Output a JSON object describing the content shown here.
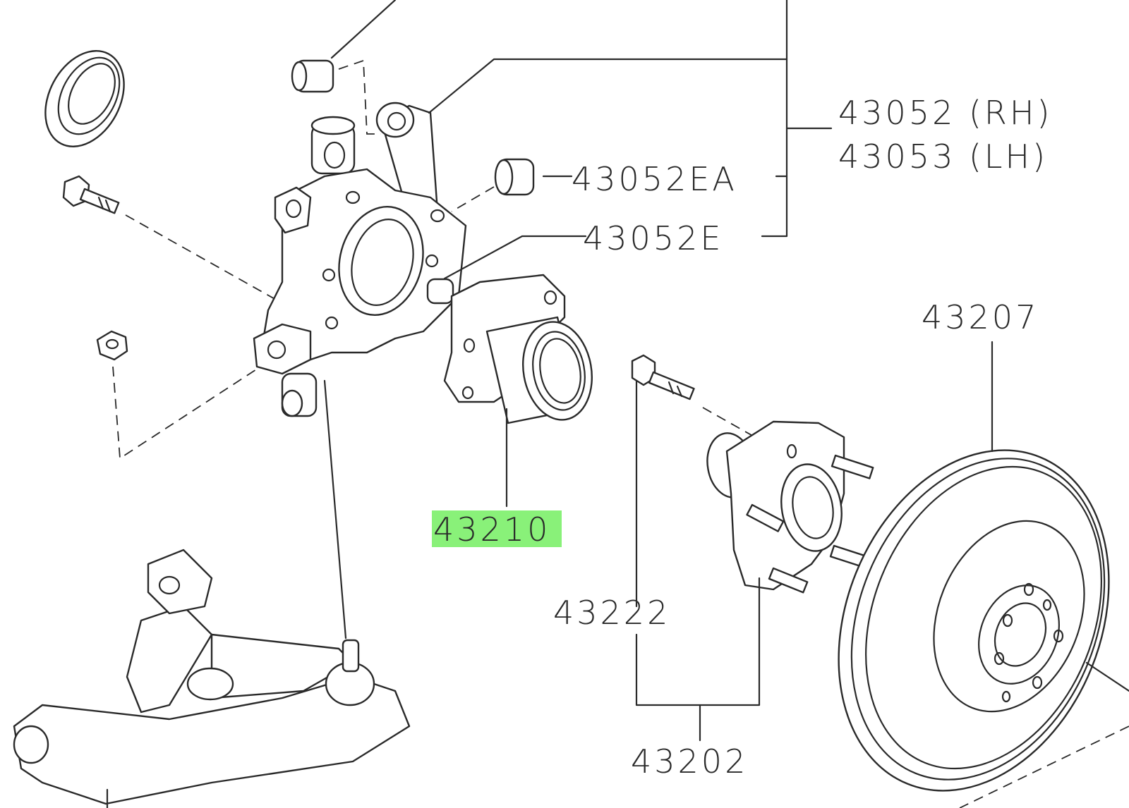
{
  "labels": {
    "p43052_rh": "43052 (RH)",
    "p43053_lh": "43053 (LH)",
    "p43052ea": "43052EA",
    "p43052e": "43052E",
    "p43210": "43210",
    "p43207": "43207",
    "p43222": "43222",
    "p43202": "43202"
  },
  "highlight_color": "#7cf06a",
  "highlighted_part": "43210"
}
